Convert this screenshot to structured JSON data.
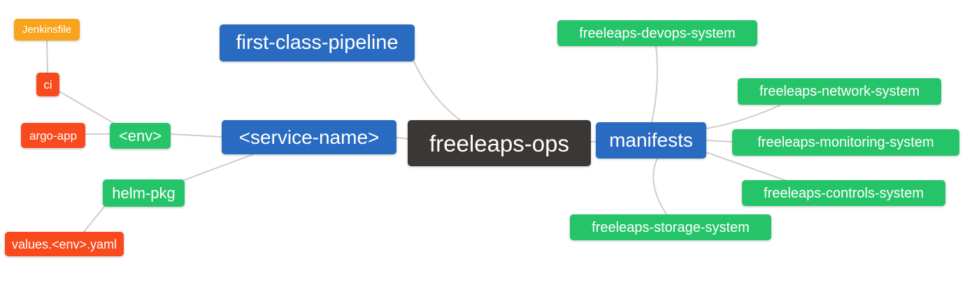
{
  "diagram": {
    "type": "mindmap",
    "root": "freeleaps-ops",
    "colors": {
      "blue": "#2a6bc2",
      "green": "#26c468",
      "orange": "#f9a41d",
      "red": "#f84a1d",
      "dark": "#3b3735",
      "edge": "#cdcdcd",
      "text": "#ffffff",
      "background": "#ffffff"
    },
    "nodes": [
      {
        "id": "jenkinsfile",
        "label": "Jenkinsfile",
        "type": "orange"
      },
      {
        "id": "ci",
        "label": "ci",
        "type": "red"
      },
      {
        "id": "argo-app",
        "label": "argo-app",
        "type": "red"
      },
      {
        "id": "env",
        "label": "<env>",
        "type": "green"
      },
      {
        "id": "first-class-pipeline",
        "label": "first-class-pipeline",
        "type": "blue"
      },
      {
        "id": "service-name",
        "label": "<service-name>",
        "type": "blue"
      },
      {
        "id": "freeleaps-ops",
        "label": "freeleaps-ops",
        "type": "dark"
      },
      {
        "id": "helm-pkg",
        "label": "helm-pkg",
        "type": "green"
      },
      {
        "id": "values-env-yaml",
        "label": "values.<env>.yaml",
        "type": "red"
      },
      {
        "id": "freeleaps-devops-system",
        "label": "freeleaps-devops-system",
        "type": "green"
      },
      {
        "id": "freeleaps-network-system",
        "label": "freeleaps-network-system",
        "type": "green"
      },
      {
        "id": "manifests",
        "label": "manifests",
        "type": "blue"
      },
      {
        "id": "freeleaps-monitoring-system",
        "label": "freeleaps-monitoring-system",
        "type": "green"
      },
      {
        "id": "freeleaps-controls-system",
        "label": "freeleaps-controls-system",
        "type": "green"
      },
      {
        "id": "freeleaps-storage-system",
        "label": "freeleaps-storage-system",
        "type": "green"
      }
    ],
    "edges": [
      {
        "from": "freeleaps-ops",
        "to": "first-class-pipeline"
      },
      {
        "from": "freeleaps-ops",
        "to": "service-name"
      },
      {
        "from": "freeleaps-ops",
        "to": "manifests"
      },
      {
        "from": "service-name",
        "to": "env"
      },
      {
        "from": "service-name",
        "to": "helm-pkg"
      },
      {
        "from": "env",
        "to": "ci"
      },
      {
        "from": "env",
        "to": "argo-app"
      },
      {
        "from": "ci",
        "to": "jenkinsfile"
      },
      {
        "from": "helm-pkg",
        "to": "values-env-yaml"
      },
      {
        "from": "manifests",
        "to": "freeleaps-devops-system"
      },
      {
        "from": "manifests",
        "to": "freeleaps-network-system"
      },
      {
        "from": "manifests",
        "to": "freeleaps-monitoring-system"
      },
      {
        "from": "manifests",
        "to": "freeleaps-controls-system"
      },
      {
        "from": "manifests",
        "to": "freeleaps-storage-system"
      }
    ]
  }
}
